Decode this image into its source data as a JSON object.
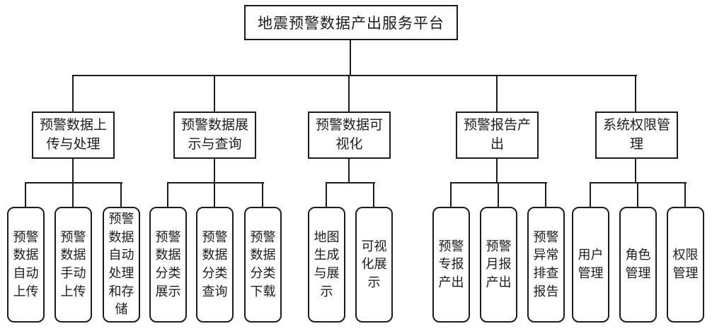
{
  "tree": {
    "root": {
      "label": "地震预警数据产出服务平台"
    },
    "branches": [
      {
        "label": "预警数据上传与处理",
        "children": [
          "预警数据自动上传",
          "预警数据手动上传",
          "预警数据自动处理和存储"
        ]
      },
      {
        "label": "预警数据展示与查询",
        "children": [
          "预警数据分类展示",
          "预警数据分类查询",
          "预警数据分类下载"
        ]
      },
      {
        "label": "预警数据可视化",
        "children": [
          "地图生成与展示",
          "可视化展示"
        ]
      },
      {
        "label": "预警报告产出",
        "children": [
          "预警专报产出",
          "预警月报产出",
          "预警异常排查报告"
        ]
      },
      {
        "label": "系统权限管理",
        "children": [
          "用户管理",
          "角色管理",
          "权限管理"
        ]
      }
    ]
  },
  "colors": {
    "line": "#1c1c1c",
    "background": "#ffffff",
    "text": "#1c1c1c"
  }
}
